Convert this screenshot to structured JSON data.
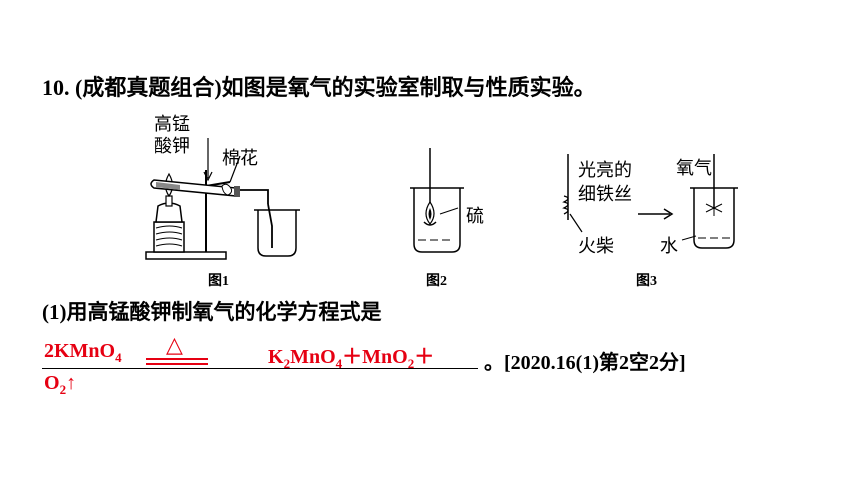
{
  "question": {
    "title": "10. (成都真题组合)如图是氧气的实验室制取与性质实验。"
  },
  "figures": {
    "fig1": {
      "caption": "图1",
      "label_kmno4_line1": "高锰",
      "label_kmno4_line2": "酸钾",
      "label_cotton": "棉花"
    },
    "fig2": {
      "caption": "图2",
      "label_sulfur": "硫"
    },
    "fig3": {
      "caption": "图3",
      "label_wire_line1": "光亮的",
      "label_wire_line2": "细铁丝",
      "label_oxygen": "氧气",
      "label_match": "火柴",
      "label_water": "水"
    }
  },
  "part1": {
    "prompt": "(1)用高锰酸钾制氧气的化学方程式是",
    "answer_reactant": "2KMnO",
    "answer_reactant_sub": "4",
    "answer_condition": "△",
    "answer_product_k": "K",
    "answer_product_k_sub": "2",
    "answer_product_mn": "MnO",
    "answer_product_mn_sub": "4",
    "answer_plus1": "＋MnO",
    "answer_product2_sub": "2",
    "answer_plus2": "＋",
    "answer_o2": "O",
    "answer_o2_sub": "2",
    "answer_arrow": "↑",
    "source": "。[2020.16(1)第2空2分]"
  },
  "colors": {
    "answer": "#e60012",
    "text": "#000000"
  }
}
